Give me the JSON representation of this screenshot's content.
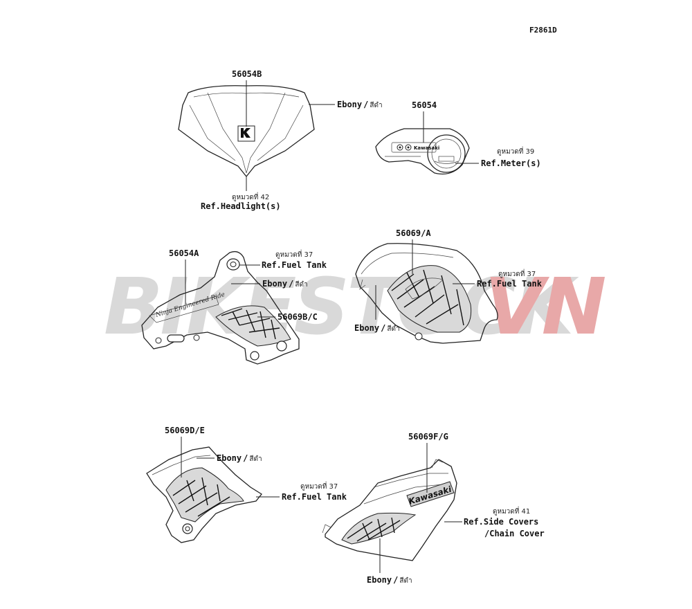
{
  "figure_code": "F2861D",
  "watermark": {
    "main": "BIKESTOCK",
    "accent": "VN",
    "main_color": "#d9d9d9",
    "accent_color": "#e8a8a8"
  },
  "labels": {
    "p56054B": "56054B",
    "p56054": "56054",
    "p56054A": "56054A",
    "p56069A": "56069/A",
    "p56069BC": "56069B/C",
    "p56069DE": "56069D/E",
    "p56069FG": "56069F/G"
  },
  "refs": {
    "headlight": "Ref.Headlight(s)",
    "meter": "Ref.Meter(s)",
    "fuel_tank": "Ref.Fuel Tank",
    "side_covers": "Ref.Side Covers",
    "chain_cover": "/Chain Cover"
  },
  "pages": {
    "headlight": "ดูหมวดที่ 42",
    "meter": "ดูหมวดที่ 39",
    "fuel_tank": "ดูหมวดที่ 37",
    "side_covers": "ดูหมวดที่ 41"
  },
  "colors": {
    "ebony": "Ebony",
    "ebony_thai": "สีดำ",
    "separator": "/"
  },
  "decal_text": {
    "meter_brand": "Kawasaki",
    "tank_script": "Ninja Engineered Ride",
    "side_brand": "Kawasaki"
  }
}
